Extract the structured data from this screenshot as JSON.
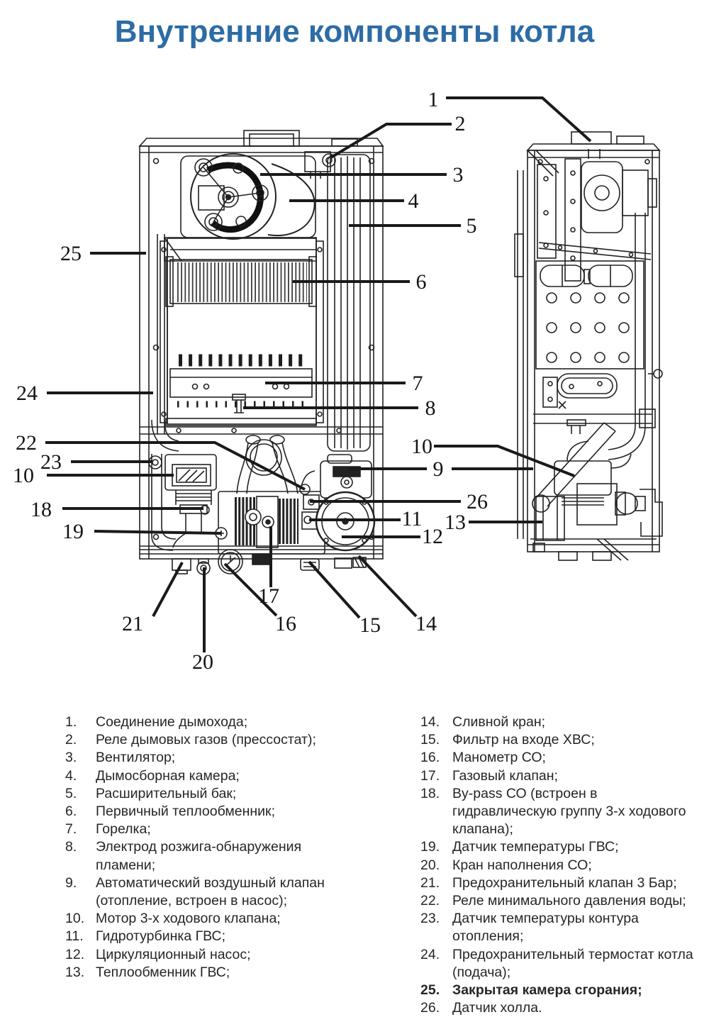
{
  "title": "Внутренние компоненты котла",
  "accent_color": "#2d6ca5",
  "callouts": {
    "c1": "1",
    "c2": "2",
    "c3": "3",
    "c4": "4",
    "c5": "5",
    "c6": "6",
    "c7": "7",
    "c8": "8",
    "c9": "9",
    "c10_left": "10",
    "c10_right": "10",
    "c11": "11",
    "c12": "12",
    "c13": "13",
    "c14": "14",
    "c15": "15",
    "c16": "16",
    "c17": "17",
    "c18": "18",
    "c19": "19",
    "c20": "20",
    "c21": "21",
    "c22": "22",
    "c23": "23",
    "c24": "24",
    "c25": "25",
    "c26": "26"
  },
  "legend": {
    "left": [
      {
        "num": "1.",
        "text": "Соединение дымохода;"
      },
      {
        "num": "2.",
        "text": "Реле дымовых газов (прессостат);"
      },
      {
        "num": "3.",
        "text": "Вентилятор;"
      },
      {
        "num": "4.",
        "text": "Дымосборная камера;"
      },
      {
        "num": "5.",
        "text": "Расширительный бак;"
      },
      {
        "num": "6.",
        "text": "Первичный теплообменник;"
      },
      {
        "num": "7.",
        "text": "Горелка;"
      },
      {
        "num": "8.",
        "text": "Электрод розжига-обнаружения пламени;"
      },
      {
        "num": "9.",
        "text": "Автоматический воздушный клапан (отопление, встроен в насос);"
      },
      {
        "num": "10.",
        "text": "Мотор 3-х ходового клапана;"
      },
      {
        "num": "11.",
        "text": "Гидротурбинка ГВС;"
      },
      {
        "num": "12.",
        "text": "Циркуляционный насос;"
      },
      {
        "num": "13.",
        "text": "Теплообменник ГВС;"
      }
    ],
    "right": [
      {
        "num": "14.",
        "text": "Сливной кран;"
      },
      {
        "num": "15.",
        "text": "Фильтр на входе ХВС;"
      },
      {
        "num": "16.",
        "text": "Манометр СО;"
      },
      {
        "num": "17.",
        "text": "Газовый клапан;"
      },
      {
        "num": "18.",
        "text": "By-pass СО (встроен в гидравлическую группу 3-х ходового клапана);"
      },
      {
        "num": "19.",
        "text": "Датчик температуры ГВС;"
      },
      {
        "num": "20.",
        "text": "Кран наполнения СО;"
      },
      {
        "num": "21.",
        "text": "Предохранительный клапан 3 Бар;"
      },
      {
        "num": "22.",
        "text": "Реле минимального давления воды;"
      },
      {
        "num": "23.",
        "text": "Датчик температуры контура отопления;"
      },
      {
        "num": "24.",
        "text": "Предохранительный термостат котла (подача);"
      },
      {
        "num": "25.",
        "text": "Закрытая камера сгорания;"
      },
      {
        "num": "26.",
        "text": "Датчик холла."
      }
    ]
  }
}
